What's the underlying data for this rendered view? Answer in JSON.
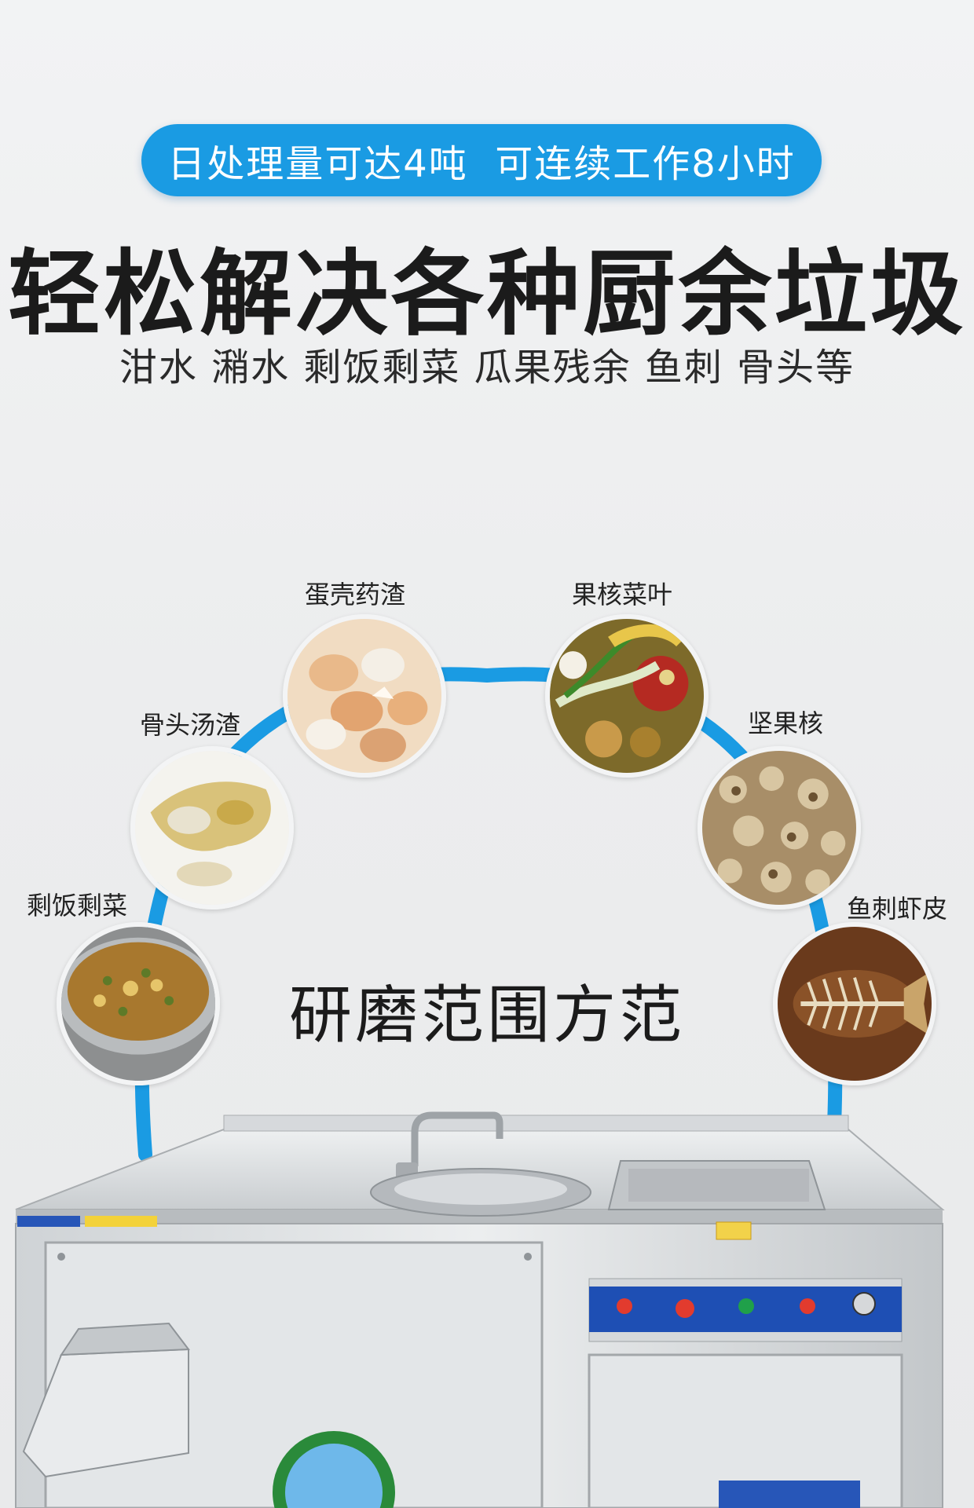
{
  "banner": {
    "capacity": "日处理量可达4吨  可连续工作8小时"
  },
  "headline": "轻松解决各种厨余垃圾",
  "subline": "泔水 潲水 剩饭剩菜 瓜果残余 鱼刺 骨头等",
  "center_label": "研磨范围方范",
  "items": [
    {
      "label": "剩饭剩菜",
      "icon": "rice-leftovers-photo"
    },
    {
      "label": "骨头汤渣",
      "icon": "bone-broth-photo"
    },
    {
      "label": "蛋壳药渣",
      "icon": "eggshell-photo"
    },
    {
      "label": "果核菜叶",
      "icon": "fruit-vegetable-scraps-photo"
    },
    {
      "label": "坚果核",
      "icon": "nut-shells-photo"
    },
    {
      "label": "鱼刺虾皮",
      "icon": "fish-bones-photo"
    }
  ],
  "colors": {
    "accent": "#1a9be3",
    "arc": "#1a9be3",
    "panel": "#1e4fb4",
    "steel": "#d9dcdf"
  }
}
